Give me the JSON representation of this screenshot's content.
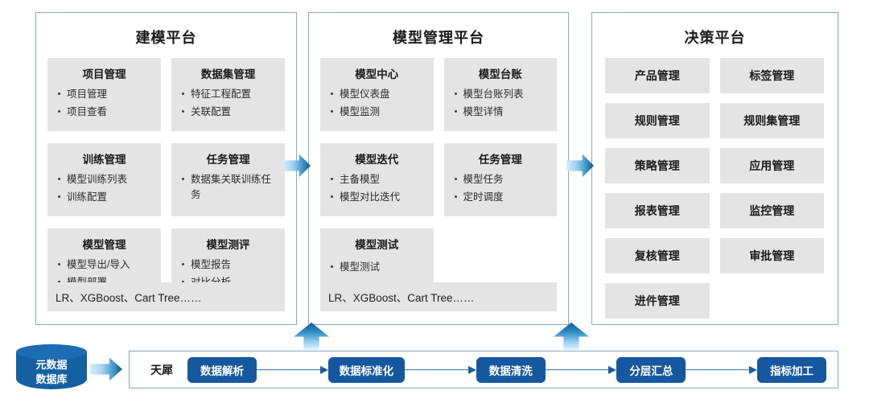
{
  "panels": {
    "modeling": {
      "title": "建模平台",
      "algorithms": "LR、XGBoost、Cart Tree……",
      "groups": [
        {
          "title": "项目管理",
          "items": [
            "项目管理",
            "项目查看"
          ]
        },
        {
          "title": "数据集管理",
          "items": [
            "特征工程配置",
            "关联配置"
          ]
        },
        {
          "title": "训练管理",
          "items": [
            "模型训练列表",
            "训练配置"
          ]
        },
        {
          "title": "任务管理",
          "items": [
            "数据集关联训练任务"
          ]
        },
        {
          "title": "模型管理",
          "items": [
            "模型导出/导入",
            "模型部署"
          ]
        },
        {
          "title": "模型测评",
          "items": [
            "模型报告",
            "对比分析"
          ]
        }
      ]
    },
    "model_management": {
      "title": "模型管理平台",
      "algorithms": "LR、XGBoost、Cart Tree……",
      "groups": [
        {
          "title": "模型中心",
          "items": [
            "模型仪表盘",
            "模型监测"
          ]
        },
        {
          "title": "模型台账",
          "items": [
            "模型台账列表",
            "模型详情"
          ]
        },
        {
          "title": "模型迭代",
          "items": [
            "主备模型",
            "模型对比迭代"
          ]
        },
        {
          "title": "任务管理",
          "items": [
            "模型任务",
            "定时调度"
          ]
        },
        {
          "title": "模型测试",
          "items": [
            "模型测试"
          ]
        }
      ]
    },
    "decision": {
      "title": "决策平台",
      "tiles": [
        "产品管理",
        "标签管理",
        "规则管理",
        "规则集管理",
        "策略管理",
        "应用管理",
        "报表管理",
        "监控管理",
        "复核管理",
        "审批管理",
        "进件管理"
      ]
    }
  },
  "pipeline": {
    "label": "天犀",
    "steps": [
      "数据解析",
      "数据标准化",
      "数据清洗",
      "分层汇总",
      "指标加工"
    ]
  },
  "metadata_db": {
    "line1": "元数据",
    "line2": "数据库"
  },
  "colors": {
    "panel_border": "#7fa8cd",
    "card_bg": "#e4e4e4",
    "pipeline_box": "#1558a0",
    "db_fill": "#1560a3",
    "arrow_dark": "#14537f",
    "arrow_light": "#d6ecf9"
  }
}
